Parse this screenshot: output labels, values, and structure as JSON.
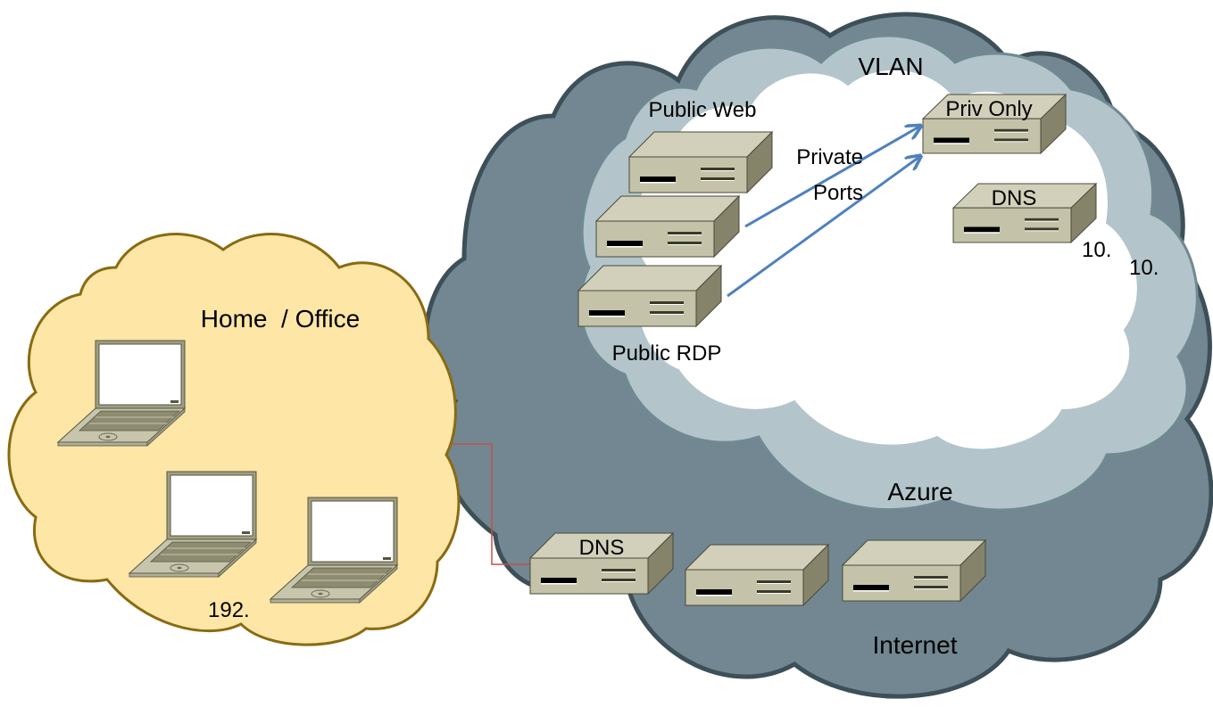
{
  "diagram": {
    "clouds": {
      "internet": {
        "label": "Internet",
        "fill": "#728791",
        "stroke": "#3d4f57"
      },
      "azure": {
        "label": "Azure",
        "fill": "#b3c5ca",
        "stroke": "#6f8a92"
      },
      "vlan": {
        "label": "VLAN",
        "fill": "#ffffff"
      },
      "home_office": {
        "label": "Home  / Office",
        "fill": "#fde6a6",
        "stroke": "#8a6a12"
      }
    },
    "servers": {
      "public_web": {
        "label": "Public Web"
      },
      "middle": {
        "label": ""
      },
      "public_rdp": {
        "label": "Public RDP"
      },
      "priv_only": {
        "label": "Priv Only"
      },
      "vlan_dns": {
        "label": "DNS"
      },
      "internet_dns": {
        "label": "DNS"
      },
      "internet_2": {
        "label": ""
      },
      "internet_3": {
        "label": ""
      }
    },
    "annotations": {
      "private_ports_line1": "Private",
      "private_ports_line2": "Ports",
      "vlan_ip": "10.",
      "azure_ip": "10.",
      "home_ip": "192."
    },
    "colors": {
      "arrow": "#4f81bd",
      "link": "#c0504d",
      "server_front": "#c4c2a8",
      "server_top": "#d2d0bb",
      "server_side": "#85836a"
    },
    "connections": [
      {
        "from": "middle",
        "to": "priv_only",
        "type": "arrow"
      },
      {
        "from": "public_rdp",
        "to": "priv_only",
        "type": "arrow"
      },
      {
        "from": "home_office",
        "to": "internet_dns",
        "type": "line"
      }
    ]
  }
}
